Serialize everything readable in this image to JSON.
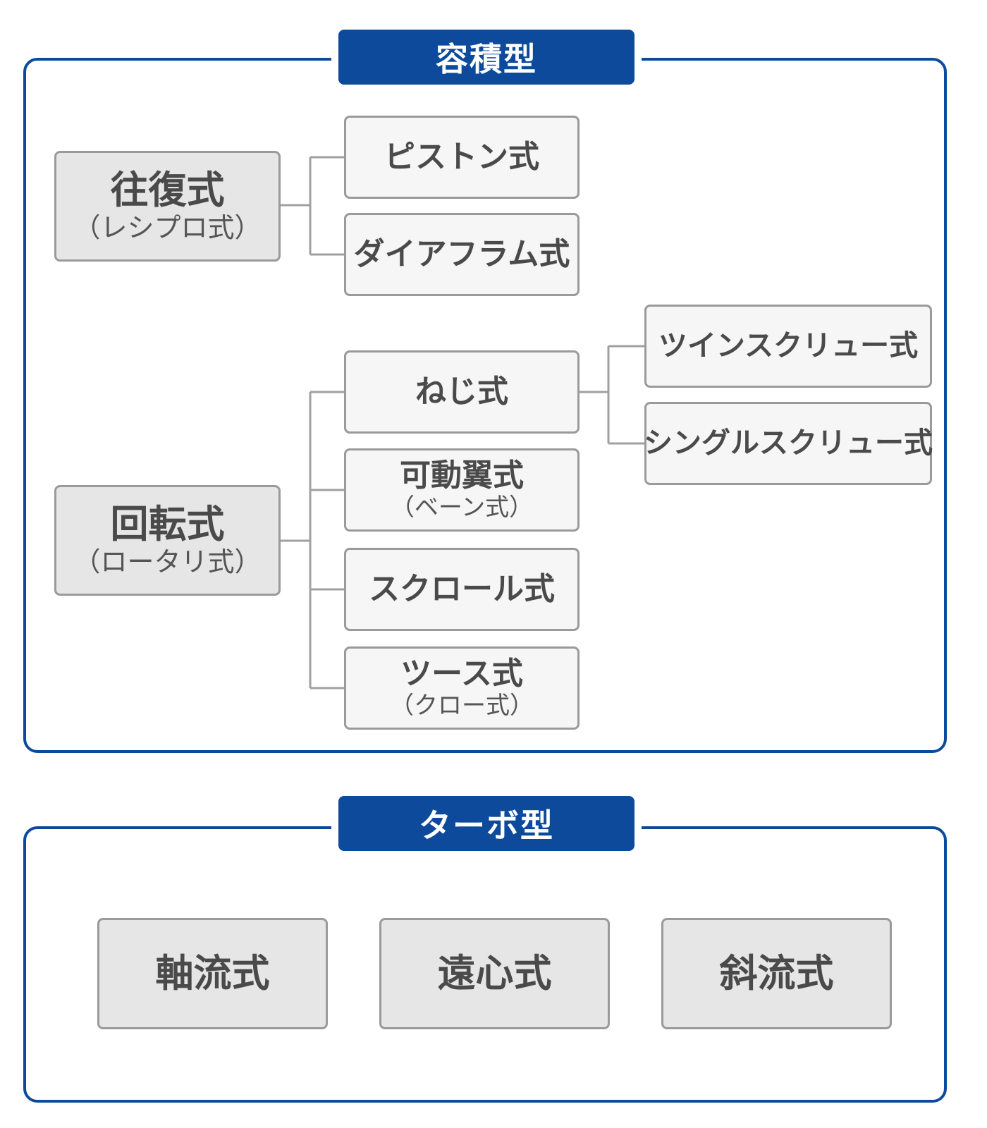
{
  "positive_displacement": {
    "title": "容積型",
    "reciprocating": {
      "label": "往復式",
      "sublabel": "（レシプロ式）",
      "children": [
        "ピストン式",
        "ダイアフラム式"
      ]
    },
    "rotary": {
      "label": "回転式",
      "sublabel": "（ロータリ式）",
      "screw": {
        "label": "ねじ式",
        "children": [
          "ツインスクリュー式",
          "シングルスクリュー式"
        ]
      },
      "vane": {
        "label": "可動翼式",
        "sublabel": "（ベーン式）"
      },
      "scroll": {
        "label": "スクロール式"
      },
      "tooth": {
        "label": "ツース式",
        "sublabel": "（クロー式）"
      }
    }
  },
  "turbo": {
    "title": "ターボ型",
    "items": [
      "軸流式",
      "遠心式",
      "斜流式"
    ]
  },
  "colors": {
    "accent": "#0d4a9c",
    "node_border": "#9a9a9a",
    "node_fill_dark": "#e6e6e6",
    "node_fill_light": "#f6f6f6",
    "text": "#4a4a4a",
    "connector": "#a0a0a0"
  }
}
